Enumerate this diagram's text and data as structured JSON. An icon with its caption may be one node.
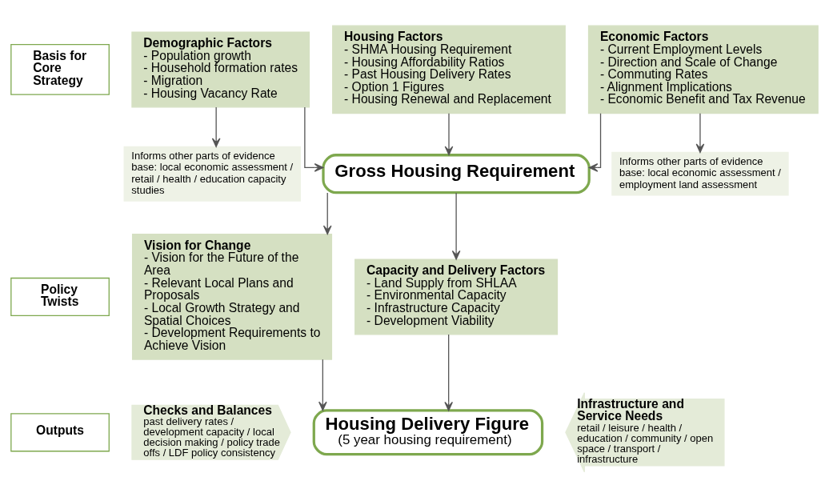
{
  "diagram": {
    "nodes": [
      {
        "text": [
          "Basis for Core Strategy"
        ]
      },
      {
        "text": [
          "Demographic Factors",
          "- Population growth",
          "- Household formation rates",
          "- Migration",
          "- Housing Vacancy Rate"
        ]
      },
      {
        "text": [
          "Housing Factors",
          "- SHMA Housing Requirement",
          "- Housing Affordability Ratios",
          "- Past Housing Delivery Rates",
          "- Option 1 Figures",
          "- Housing Renewal and Replacement"
        ]
      },
      {
        "text": [
          "Economic Factors",
          "- Current Employment Levels",
          "- Direction and Scale of Change",
          "- Commuting Rates",
          "- Alignment Implications",
          "- Economic Benefit and Tax Revenue"
        ]
      },
      {
        "text": [
          "Informs other parts of evidence base: local economic assessment / retail / health / education capacity studies"
        ]
      },
      {
        "text": [
          "Gross Housing Requirement"
        ]
      },
      {
        "text": [
          "Informs other parts of evidence base: local economic assessment / employment land assessment"
        ]
      },
      {
        "text": [
          "Policy Twists"
        ]
      },
      {
        "text": [
          "Vision for Change",
          "- Vision for the Future of the Area",
          "- Relevant Local Plans and Proposals",
          "- Local Growth Strategy and Spatial Choices",
          "- Development Requirements to Achieve Vision"
        ]
      },
      {
        "text": [
          "Capacity and Delivery Factors",
          "- Land Supply from SHLAA",
          "- Environmental Capacity",
          "- Infrastructure Capacity",
          "- Development Viability"
        ]
      },
      {
        "text": [
          "Outputs"
        ]
      },
      {
        "text": [
          "Checks and Balances",
          "past delivery rates / development capacity / local decision making / policy trade offs / LDF policy consistency"
        ]
      },
      {
        "text": [
          "Housing Delivery Figure",
          "(5 year housing requirement)"
        ]
      },
      {
        "text": [
          "Infrastructure and Service Needs",
          "retail / leisure / health / education / community / open space / transport / infrastructure"
        ]
      }
    ],
    "edges": [
      {
        "from": 1,
        "to": 4,
        "arrow": "to"
      },
      {
        "from": 1,
        "to": 5,
        "arrow": "to"
      },
      {
        "from": 2,
        "to": 5,
        "arrow": "to"
      },
      {
        "from": 3,
        "to": 5,
        "arrow": "to"
      },
      {
        "from": 3,
        "to": 6,
        "arrow": "to"
      },
      {
        "from": 5,
        "to": 8,
        "arrow": "to"
      },
      {
        "from": 5,
        "to": 9,
        "arrow": "to"
      },
      {
        "from": 8,
        "to": 12,
        "arrow": "to"
      },
      {
        "from": 9,
        "to": 12,
        "arrow": "to"
      }
    ]
  }
}
